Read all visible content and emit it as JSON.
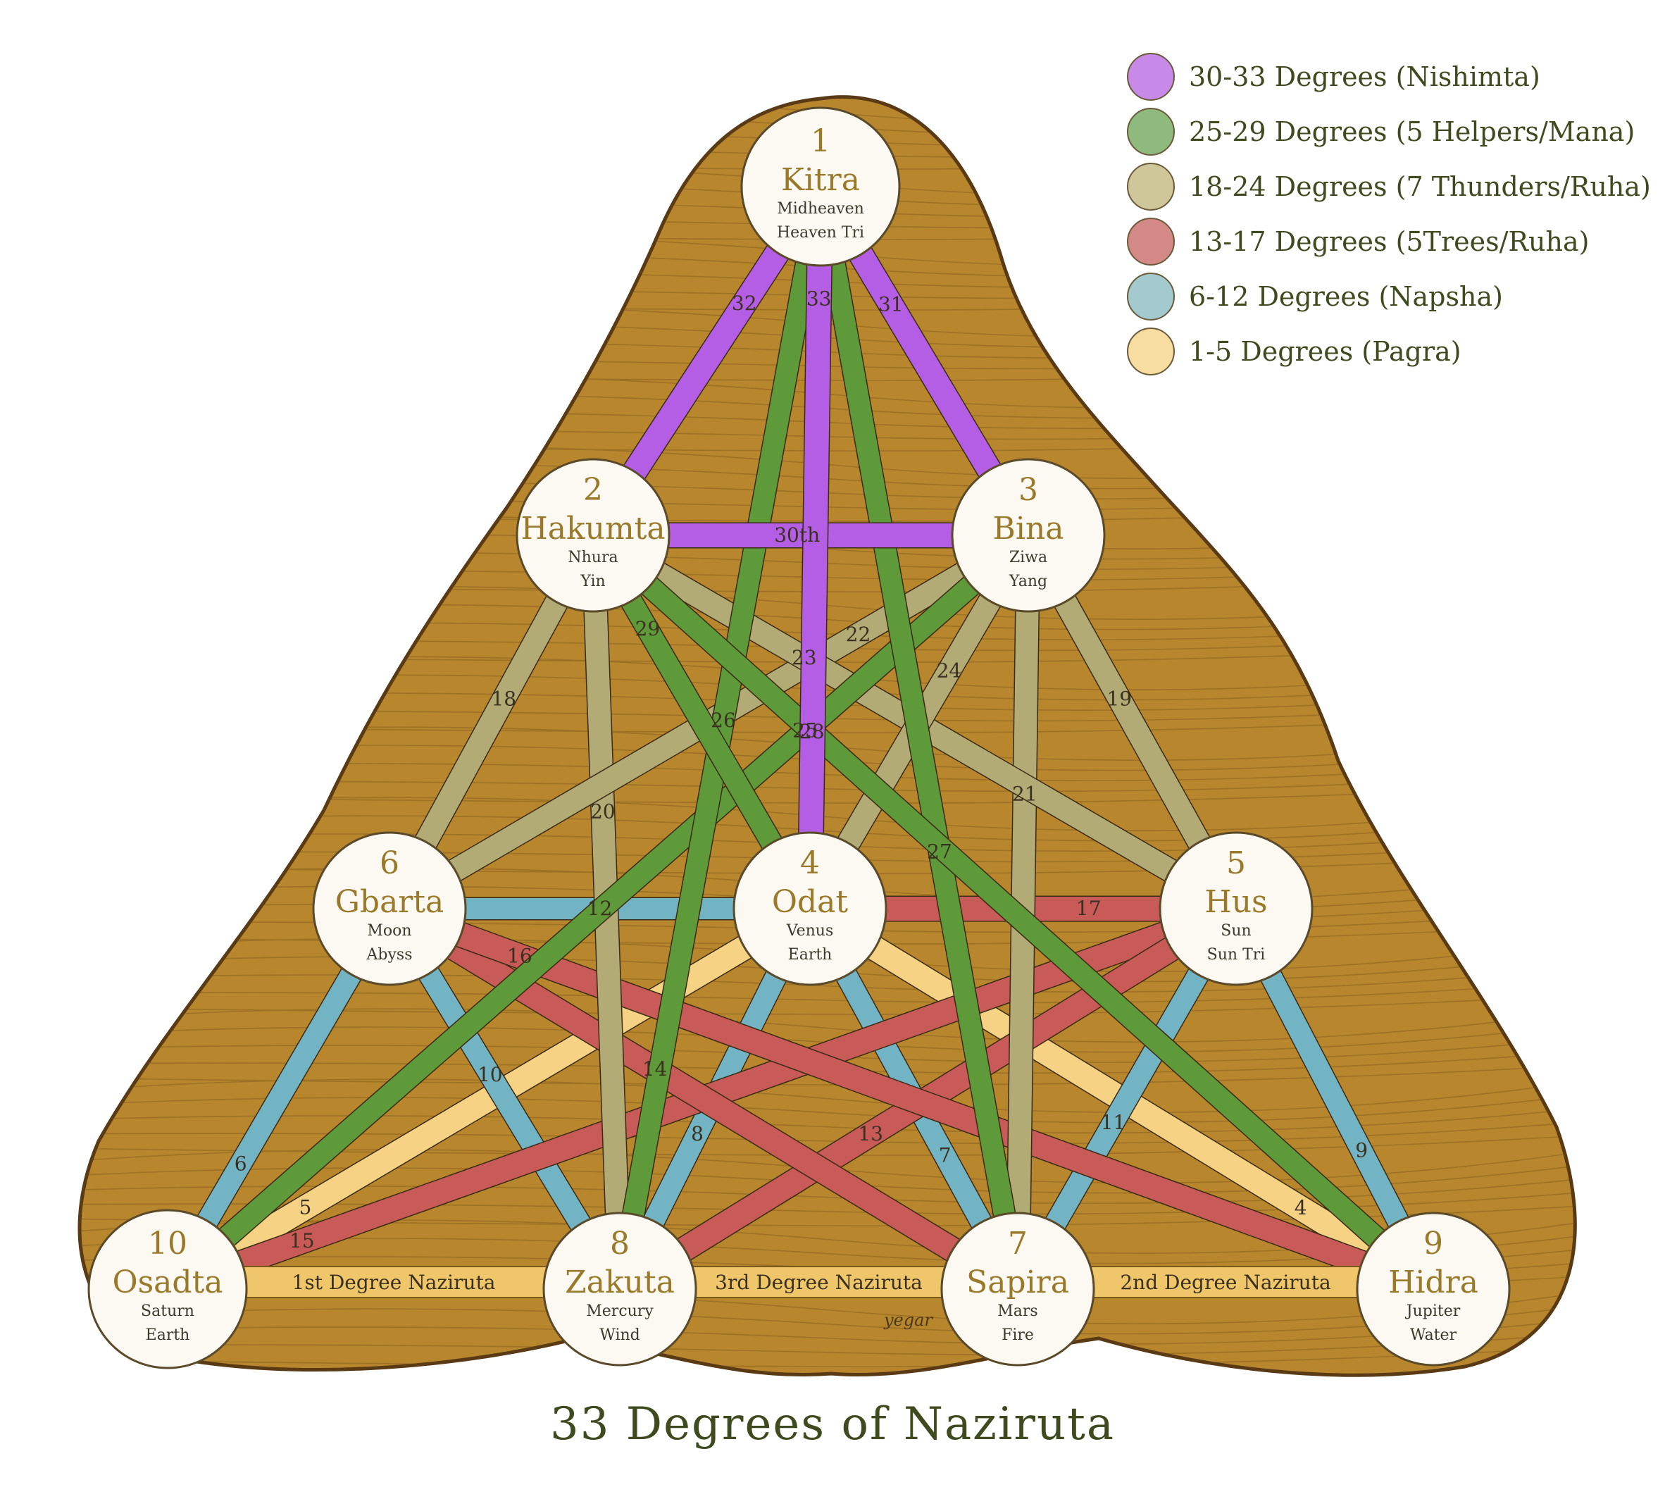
{
  "title": "33 Degrees of Naziruta",
  "signature": "yegar",
  "colors": {
    "purple": "#b45ee6",
    "green": "#5e9a3a",
    "tan": "#b3ab76",
    "red": "#c85a58",
    "blue": "#73b4c4",
    "yellow": "#f5d284",
    "landmass": "#b8862c",
    "landmass_edge": "#5a3a14",
    "node_fill": "#fbf9f1",
    "band_yellow": "#f0c66a"
  },
  "legend": [
    {
      "label": "30-33 Degrees (Nishimta)",
      "color": "#c88ae8"
    },
    {
      "label": "25-29 Degrees (5 Helpers/Mana)",
      "color": "#8fba7e"
    },
    {
      "label": "18-24 Degrees (7 Thunders/Ruha)",
      "color": "#cfc69a"
    },
    {
      "label": "13-17 Degrees (5Trees/Ruha)",
      "color": "#d38a86"
    },
    {
      "label": "6-12 Degrees (Napsha)",
      "color": "#a3cace"
    },
    {
      "label": "1-5 Degrees (Pagra)",
      "color": "#f7dea0"
    }
  ],
  "nodes": [
    {
      "id": "1",
      "number": "1",
      "name": "Kitra",
      "sub1": "Midheaven",
      "sub2": "Heaven Tri"
    },
    {
      "id": "2",
      "number": "2",
      "name": "Hakumta",
      "sub1": "Nhura",
      "sub2": "Yin"
    },
    {
      "id": "3",
      "number": "3",
      "name": "Bina",
      "sub1": "Ziwa",
      "sub2": "Yang"
    },
    {
      "id": "4",
      "number": "4",
      "name": "Odat",
      "sub1": "Venus",
      "sub2": "Earth"
    },
    {
      "id": "5",
      "number": "5",
      "name": "Hus",
      "sub1": "Sun",
      "sub2": "Sun Tri"
    },
    {
      "id": "6",
      "number": "6",
      "name": "Gbarta",
      "sub1": "Moon",
      "sub2": "Abyss"
    },
    {
      "id": "7",
      "number": "7",
      "name": "Sapira",
      "sub1": "Mars",
      "sub2": "Fire"
    },
    {
      "id": "8",
      "number": "8",
      "name": "Zakuta",
      "sub1": "Mercury",
      "sub2": "Wind"
    },
    {
      "id": "9",
      "number": "9",
      "name": "Hidra",
      "sub1": "Jupiter",
      "sub2": "Water"
    },
    {
      "id": "10",
      "number": "10",
      "name": "Osadta",
      "sub1": "Saturn",
      "sub2": "Earth"
    }
  ],
  "edges": [
    {
      "from": "10",
      "to": "4",
      "color": "yellow",
      "label": "5"
    },
    {
      "from": "9",
      "to": "4",
      "color": "yellow",
      "label": "4"
    },
    {
      "from": "10",
      "to": "6",
      "color": "blue",
      "label": "6"
    },
    {
      "from": "7",
      "to": "4",
      "color": "blue",
      "label": "7"
    },
    {
      "from": "8",
      "to": "4",
      "color": "blue",
      "label": "8"
    },
    {
      "from": "9",
      "to": "5",
      "color": "blue",
      "label": "9"
    },
    {
      "from": "8",
      "to": "6",
      "color": "blue",
      "label": "10"
    },
    {
      "from": "7",
      "to": "5",
      "color": "blue",
      "label": "11"
    },
    {
      "from": "6",
      "to": "4",
      "color": "blue",
      "label": "12"
    },
    {
      "from": "10",
      "to": "5",
      "color": "red",
      "label": "15"
    },
    {
      "from": "8",
      "to": "5",
      "color": "red",
      "label": "13"
    },
    {
      "from": "6",
      "to": "7",
      "color": "red",
      "label": "14"
    },
    {
      "from": "6",
      "to": "9",
      "color": "red",
      "label": "16"
    },
    {
      "from": "4",
      "to": "5",
      "color": "red",
      "label": "17"
    },
    {
      "from": "2",
      "to": "6",
      "color": "tan",
      "label": "18"
    },
    {
      "from": "3",
      "to": "5",
      "color": "tan",
      "label": "19"
    },
    {
      "from": "2",
      "to": "8",
      "color": "tan",
      "label": "20"
    },
    {
      "from": "3",
      "to": "7",
      "color": "tan",
      "label": "21"
    },
    {
      "from": "3",
      "to": "6",
      "color": "tan",
      "label": "22"
    },
    {
      "from": "2",
      "to": "5",
      "color": "tan",
      "label": "23"
    },
    {
      "from": "3",
      "to": "4",
      "color": "tan",
      "label": "24"
    },
    {
      "from": "3",
      "to": "10",
      "color": "green",
      "label": "25"
    },
    {
      "from": "1",
      "to": "8",
      "color": "green",
      "label": "26"
    },
    {
      "from": "1",
      "to": "7",
      "color": "green",
      "label": "27"
    },
    {
      "from": "2",
      "to": "9",
      "color": "green",
      "label": "28"
    },
    {
      "from": "2",
      "to": "4",
      "color": "green",
      "label": "29"
    },
    {
      "from": "2",
      "to": "3",
      "color": "purple",
      "label": "30th"
    },
    {
      "from": "1",
      "to": "3",
      "color": "purple",
      "label": "31"
    },
    {
      "from": "1",
      "to": "2",
      "color": "purple",
      "label": "32"
    },
    {
      "from": "1",
      "to": "4",
      "color": "purple",
      "label": "33"
    }
  ],
  "bottom_bands": [
    {
      "from": "10",
      "to": "8",
      "label": "1st Degree Naziruta"
    },
    {
      "from": "8",
      "to": "7",
      "label": "3rd Degree Naziruta"
    },
    {
      "from": "7",
      "to": "9",
      "label": "2nd Degree Naziruta"
    }
  ]
}
